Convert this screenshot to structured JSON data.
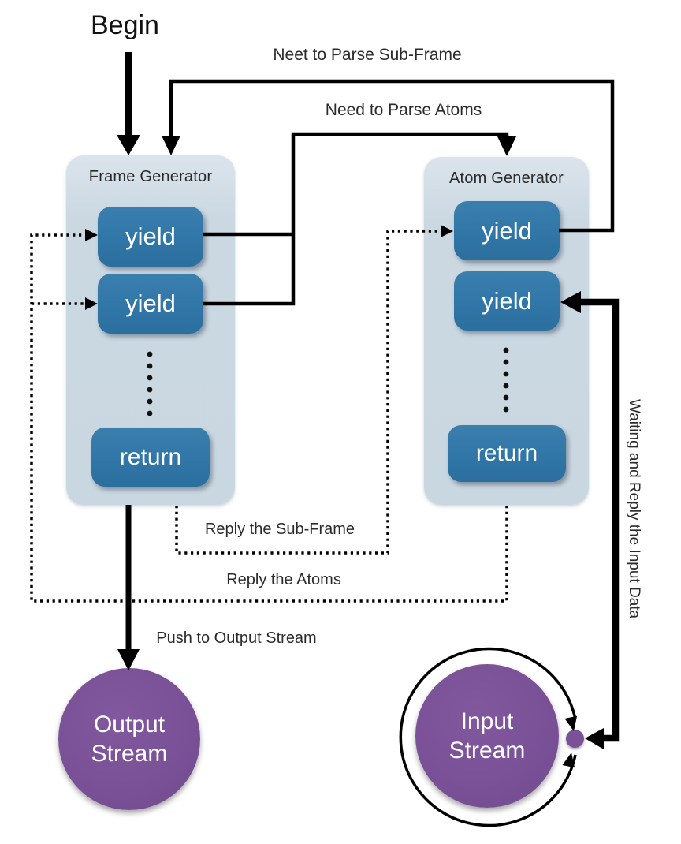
{
  "labels": {
    "begin": "Begin",
    "need_parse_subframe": "Neet to Parse Sub-Frame",
    "need_parse_atoms": "Need to Parse Atoms",
    "reply_subframe": "Reply the Sub-Frame",
    "reply_atoms": "Reply the Atoms",
    "push_output": "Push to Output Stream",
    "waiting_input": "Waiting and Reply the Input Data"
  },
  "frame_generator": {
    "title": "Frame Generator",
    "blocks": [
      "yield",
      "yield",
      "return"
    ]
  },
  "atom_generator": {
    "title": "Atom Generator",
    "blocks": [
      "yield",
      "yield",
      "return"
    ]
  },
  "streams": {
    "output": "Output Stream",
    "input": "Input Stream"
  },
  "colors": {
    "generator_box": "#ccd9e3",
    "block_blue": "#3076a7",
    "stream_purple": "#7a5197",
    "line_black": "#000000",
    "text_light": "#ffffff"
  }
}
